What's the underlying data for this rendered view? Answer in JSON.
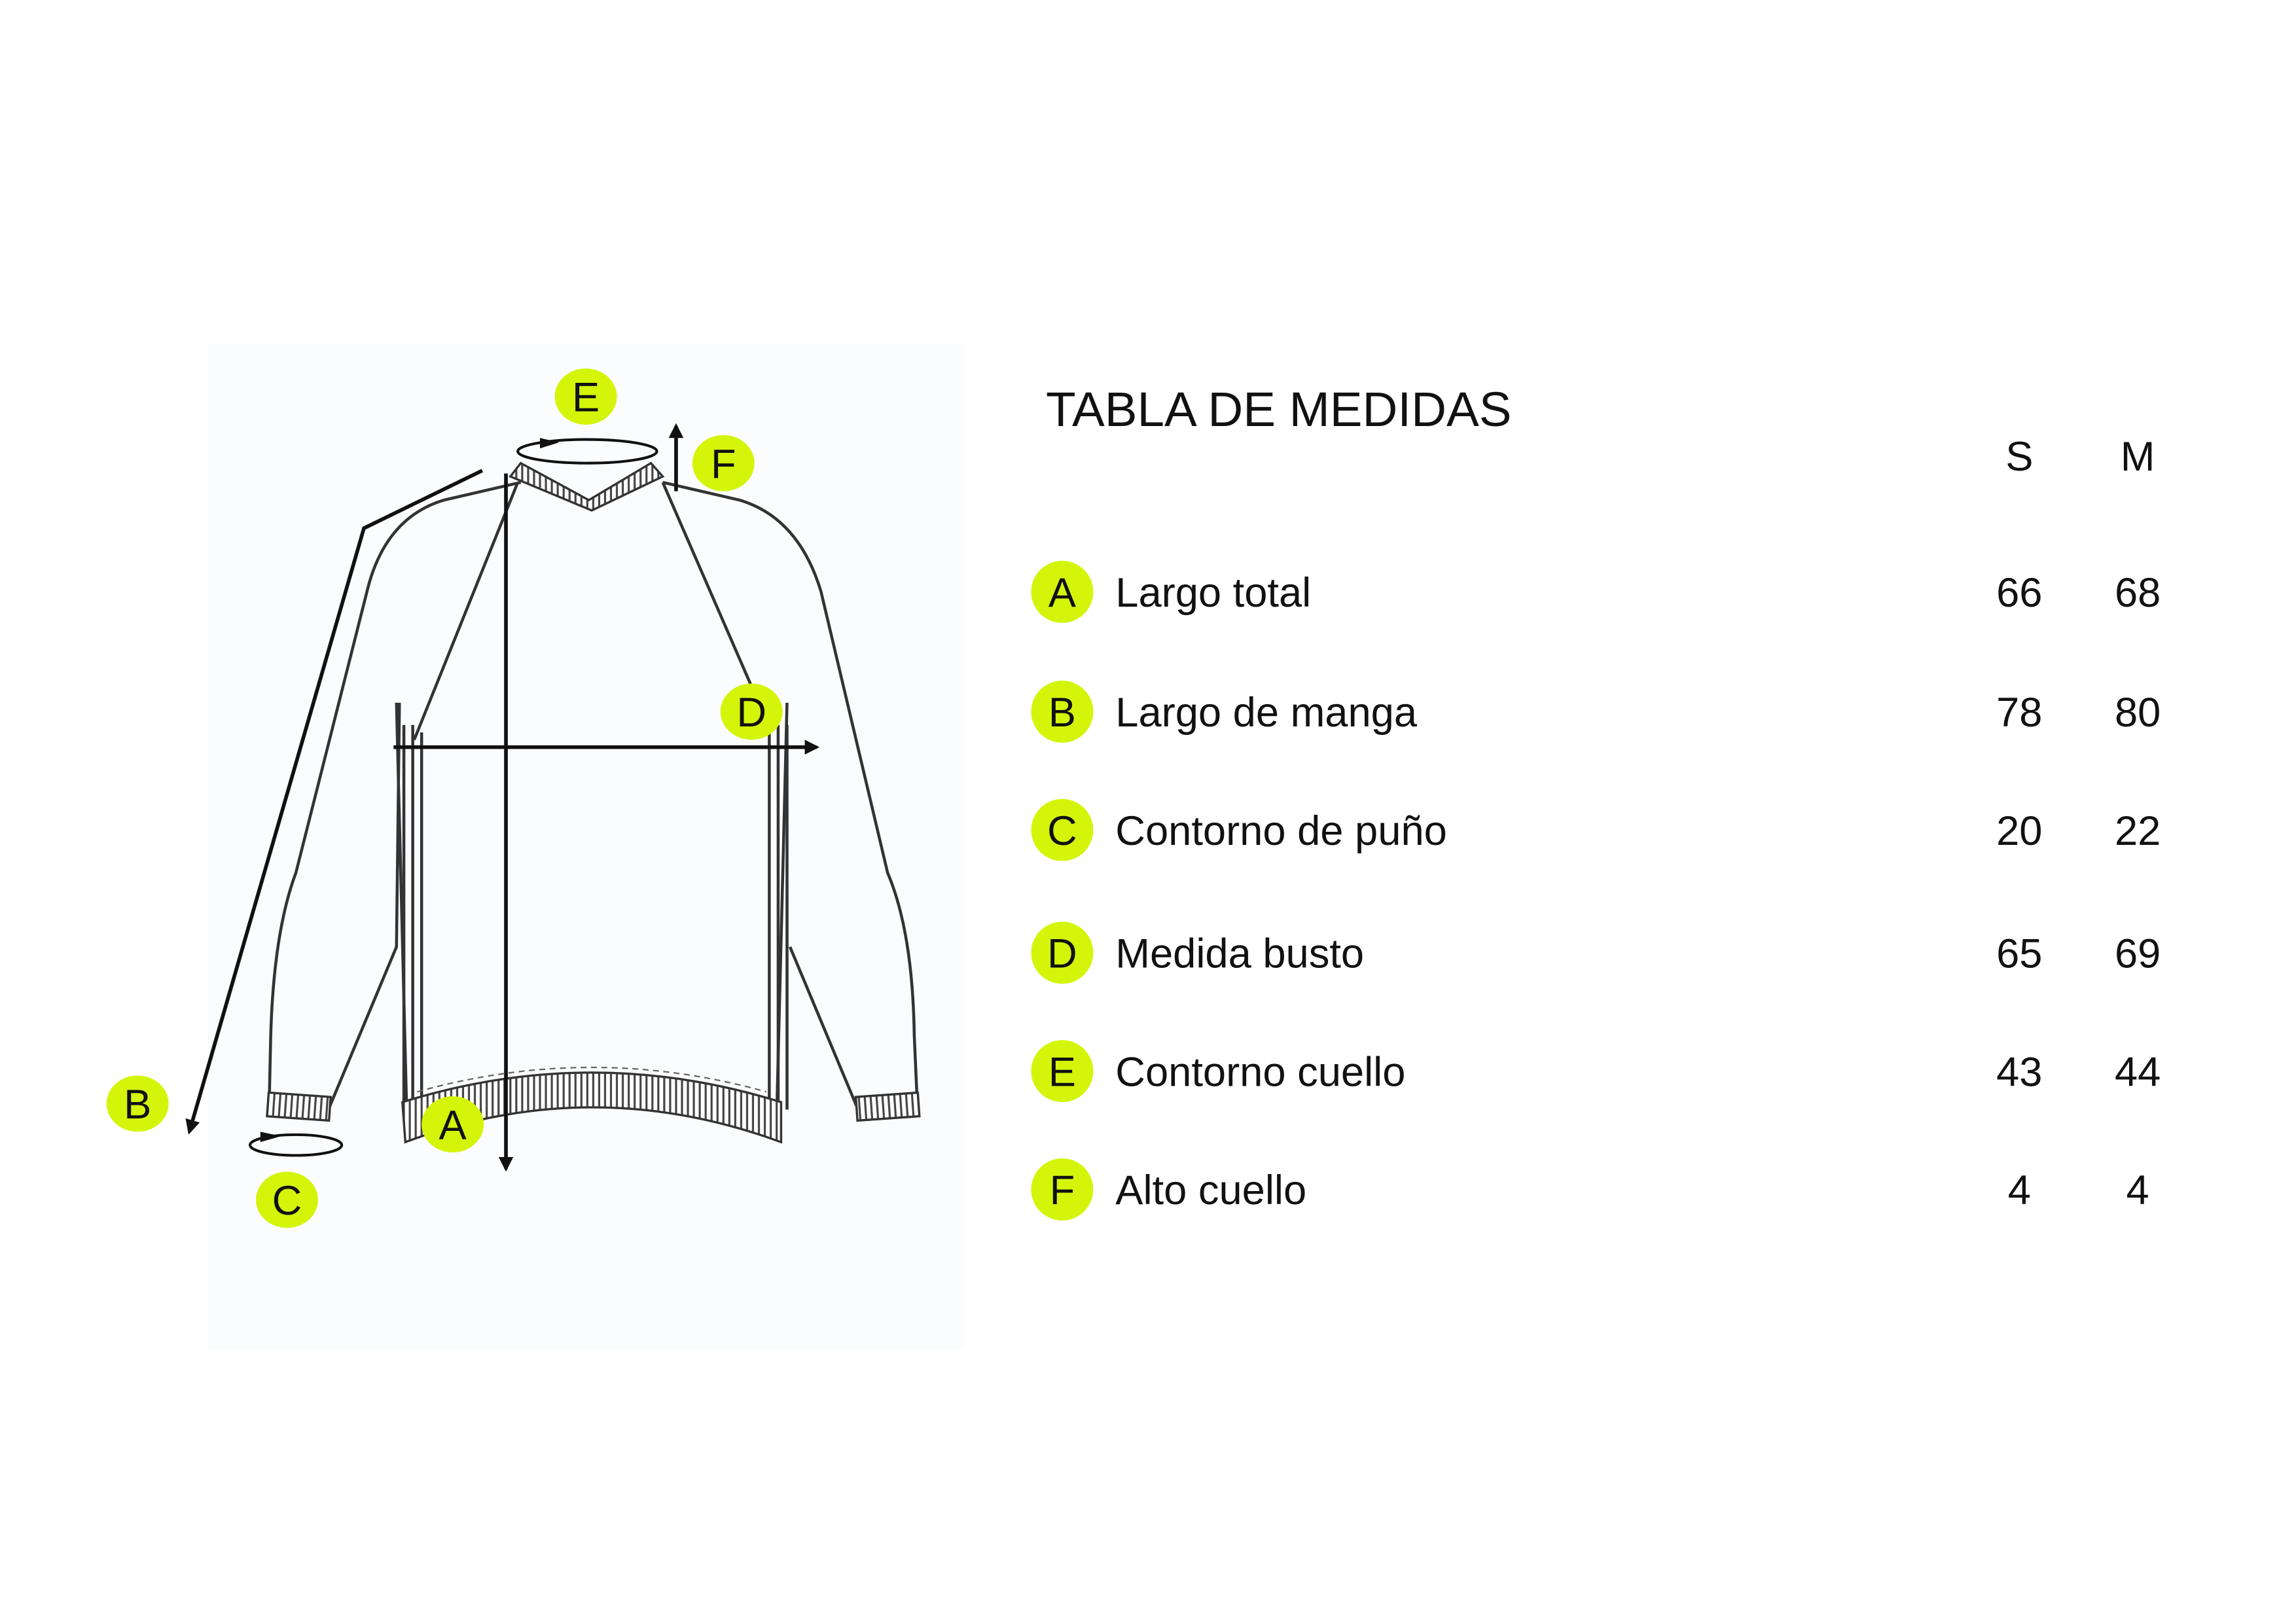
{
  "title": "TABLA DE MEDIDAS",
  "size_headers": [
    "S",
    "M"
  ],
  "badge_color": "#d4f50a",
  "rows": [
    {
      "key": "A",
      "label": "Largo total",
      "S": "66",
      "M": "68"
    },
    {
      "key": "B",
      "label": "Largo de manga",
      "S": "78",
      "M": "80"
    },
    {
      "key": "C",
      "label": "Contorno de puño",
      "S": "20",
      "M": "22"
    },
    {
      "key": "D",
      "label": "Medida busto",
      "S": "65",
      "M": "69"
    },
    {
      "key": "E",
      "label": "Contorno cuello",
      "S": "43",
      "M": "44"
    },
    {
      "key": "F",
      "label": "Alto cuello",
      "S": "4",
      "M": "4"
    }
  ],
  "diagram_markers": [
    "E",
    "F",
    "D",
    "B",
    "A",
    "C"
  ]
}
